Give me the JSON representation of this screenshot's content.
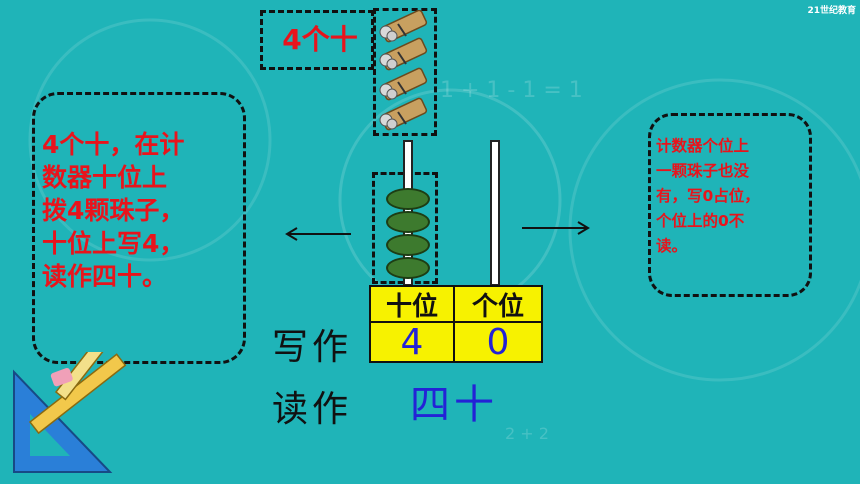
{
  "header": {
    "label": "4个十"
  },
  "left_box": {
    "lines": [
      "4个十，在计",
      "数器十位上",
      "拨4颗珠子，",
      "十位上写4，",
      "读作四十。"
    ]
  },
  "right_box": {
    "lines": [
      "计数器个位上",
      "一颗珠子也没",
      "有，写0占位，",
      "个位上的0不",
      "读。"
    ]
  },
  "place_table": {
    "headers": [
      "十位",
      "个位"
    ],
    "digits": [
      "4",
      "0"
    ]
  },
  "labels": {
    "write": "写作",
    "read": "读作"
  },
  "reading": "四十",
  "background": {
    "formula": "1 + 1 - 1 = 1",
    "formula2": "2 + 2"
  },
  "logo": {
    "text": "21世纪教育"
  },
  "colors": {
    "background": "#1fb4b8",
    "red": "#e8141c",
    "yellow": "#f7f200",
    "bead": "#3d7a2e",
    "digit": "#2323d6"
  }
}
